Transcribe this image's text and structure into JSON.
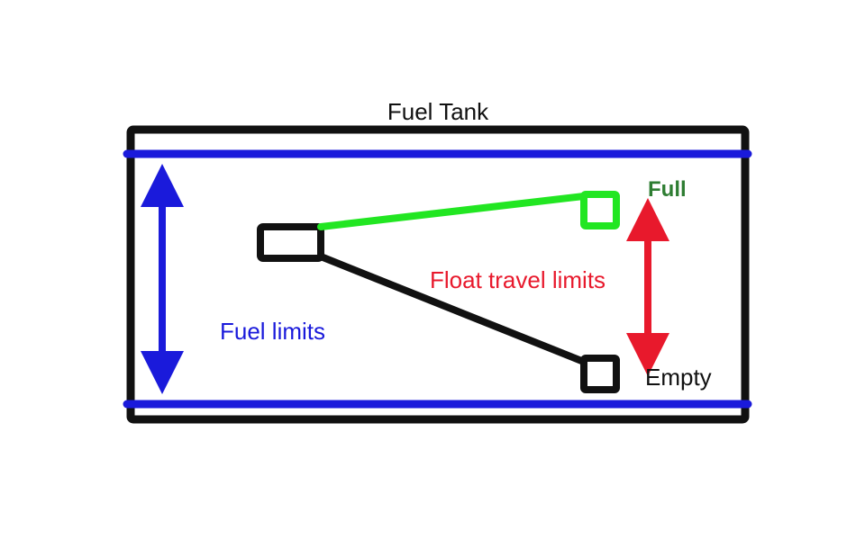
{
  "diagram": {
    "title": "Fuel Tank",
    "labels": {
      "full": "Full",
      "empty": "Empty",
      "float_travel": "Float travel limits",
      "fuel_limits": "Fuel limits"
    },
    "colors": {
      "outline": "#111111",
      "fuel_level": "#1a1adb",
      "float_full": "#22e622",
      "float_travel": "#e8192c",
      "full_text": "#2e7d32",
      "empty_text": "#111111",
      "background": "#ffffff"
    }
  }
}
